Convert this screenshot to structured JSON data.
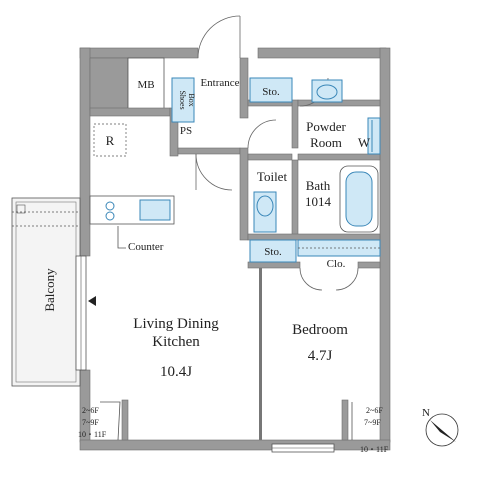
{
  "rooms": {
    "mb": "MB",
    "shoes_box": [
      "Shoes",
      "Box"
    ],
    "entrance": "Entrance",
    "storage_top": "Sto.",
    "ps": "PS",
    "refrigerator": "R",
    "powder_room": [
      "Powder",
      "Room"
    ],
    "washer": "W",
    "toilet": "Toilet",
    "bath": [
      "Bath",
      "1014"
    ],
    "storage_mid": "Sto.",
    "closet": "Clo.",
    "counter": "Counter",
    "balcony": "Balcony",
    "ldk": [
      "Living Dining",
      "Kitchen",
      "10.4J"
    ],
    "bedroom": [
      "Bedroom",
      "4.7J"
    ]
  },
  "floor_notes_left": [
    "2~6F",
    "7~9F",
    "10・11F"
  ],
  "floor_notes_right": [
    "2~6F",
    "7~9F",
    "10・11F"
  ],
  "compass": "N",
  "colors": {
    "fixture": "#cfe8f6",
    "fixture_stroke": "#3a87b8",
    "wall": "#9a9a9a"
  }
}
